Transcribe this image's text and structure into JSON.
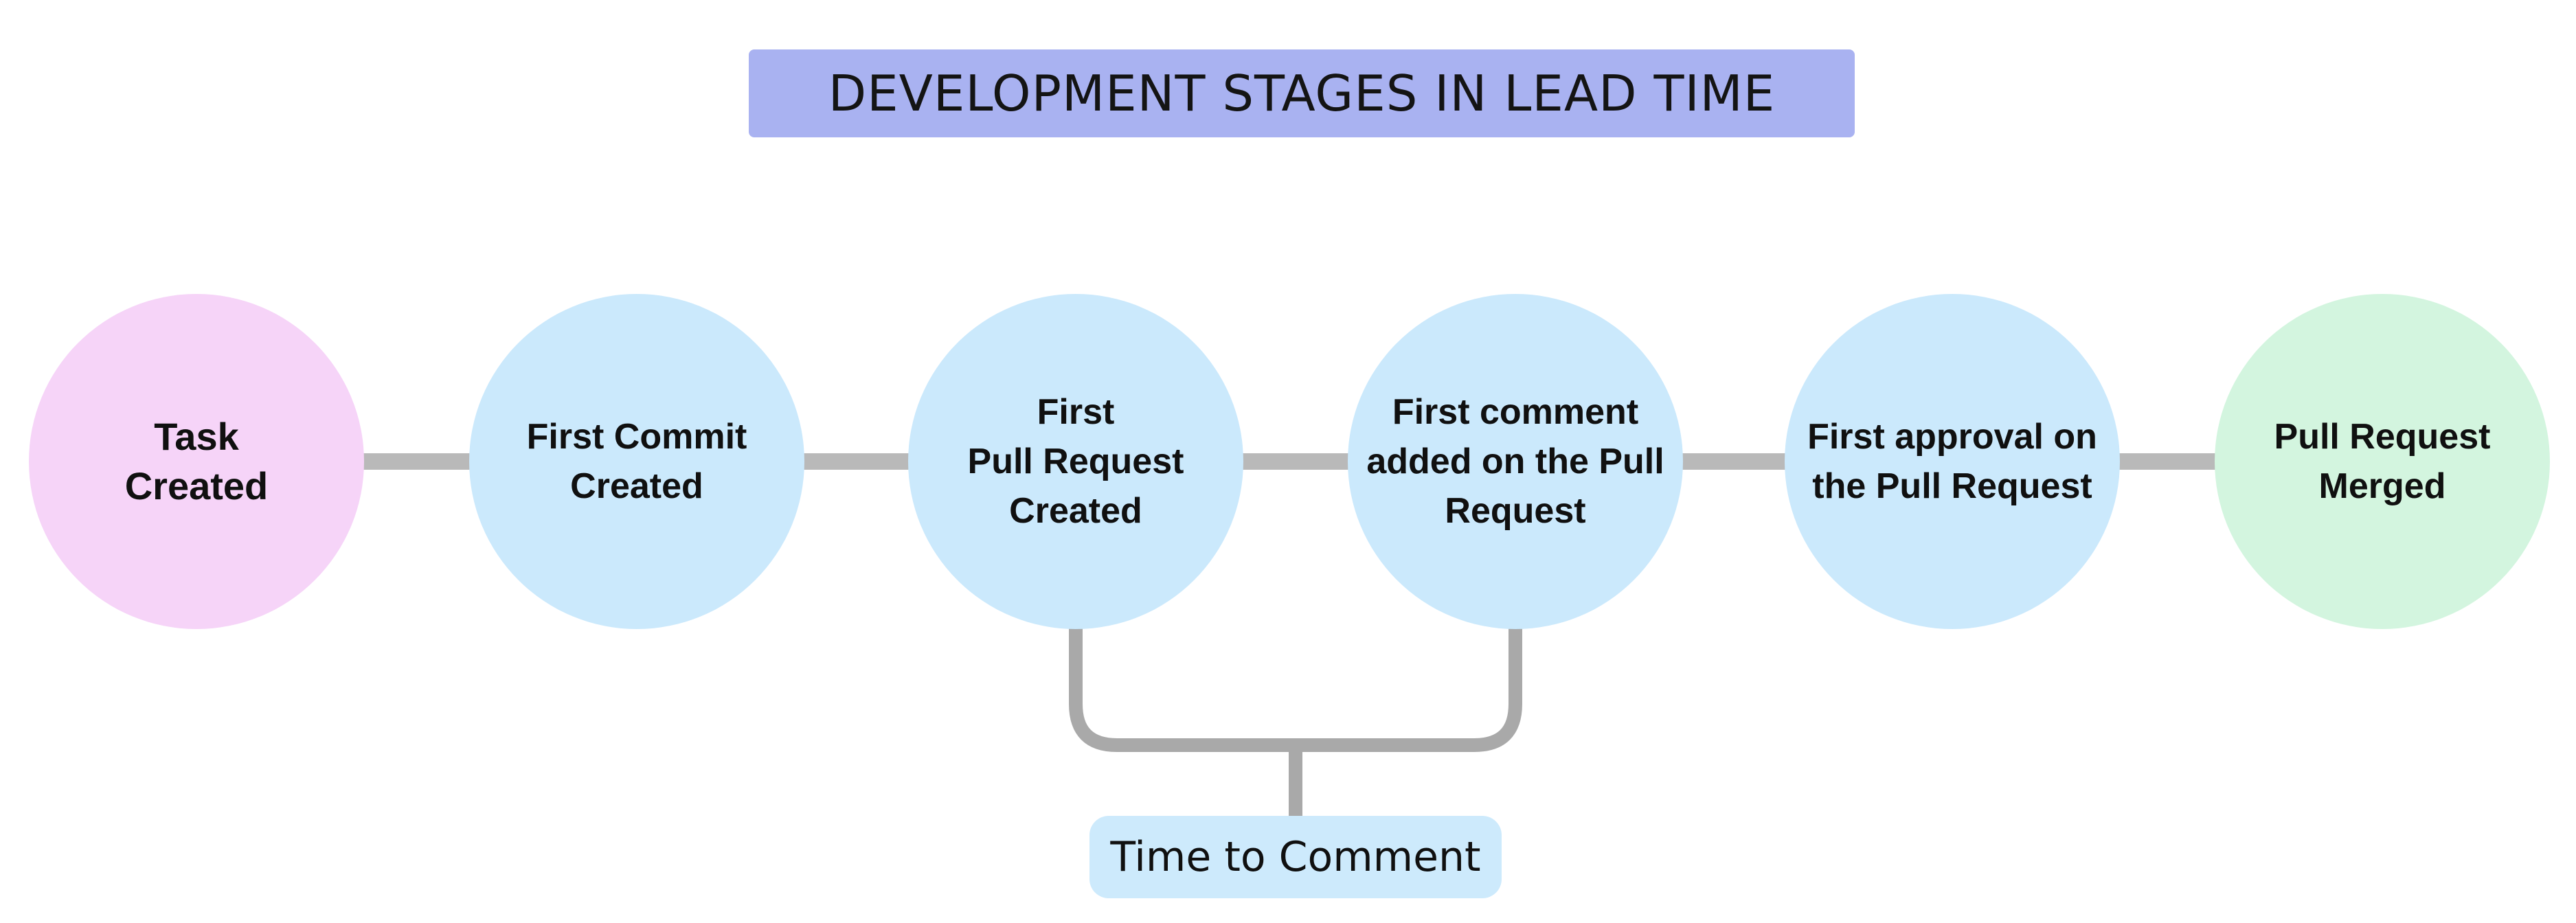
{
  "title": {
    "text": "DEVELOPMENT STAGES IN LEAD TIME",
    "bg": "#a9b2f1"
  },
  "stages": [
    {
      "label": "Task\nCreated",
      "color": "#f6d4f8",
      "role": "start"
    },
    {
      "label": "First Commit\nCreated",
      "color": "#cbe9fc",
      "role": "middle"
    },
    {
      "label": "First\nPull Request\nCreated",
      "color": "#cbe9fc",
      "role": "middle"
    },
    {
      "label": "First comment\nadded on the Pull\nRequest",
      "color": "#cbe9fc",
      "role": "middle"
    },
    {
      "label": "First approval on\nthe Pull Request",
      "color": "#cbe9fc",
      "role": "middle"
    },
    {
      "label": "Pull Request\nMerged",
      "color": "#d3f5df",
      "role": "end"
    }
  ],
  "annotation": {
    "label": "Time to Comment",
    "bg": "#cdeafc",
    "from_stage_index": 2,
    "to_stage_index": 3
  },
  "colors": {
    "background": "#ffffff",
    "connector": "#b9b9b9",
    "bracket": "#a9a9a9",
    "text": "#101010"
  }
}
